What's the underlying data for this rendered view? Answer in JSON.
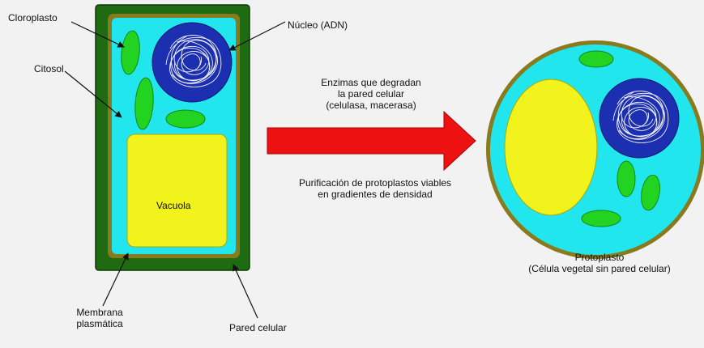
{
  "labels": {
    "chloroplast": "Cloroplasto",
    "nucleus": "Núcleo (ADN)",
    "cytosol": "Citosol",
    "vacuole": "Vacuola",
    "membrane_line1": "Membrana",
    "membrane_line2": "plasmática",
    "cell_wall": "Pared celular",
    "enzymes_line1": "Enzimas que degradan",
    "enzymes_line2": "la pared celular",
    "enzymes_line3": "(celulasa, macerasa)",
    "purification_line1": "Purificación de protoplastos viables",
    "purification_line2": "en gradientes de densidad",
    "protoplast_line1": "Protoplasto",
    "protoplast_line2": "(Célula vegetal sin pared celular)"
  },
  "colors": {
    "background": "#f2f2f2",
    "cell_wall": "#1f6b12",
    "membrane": "#8a7a1e",
    "cytosol": "#22e6ee",
    "chloroplast": "#22d322",
    "nucleus": "#1c2fb0",
    "vacuole": "#f2f21c",
    "arrow": "#ee1111"
  }
}
